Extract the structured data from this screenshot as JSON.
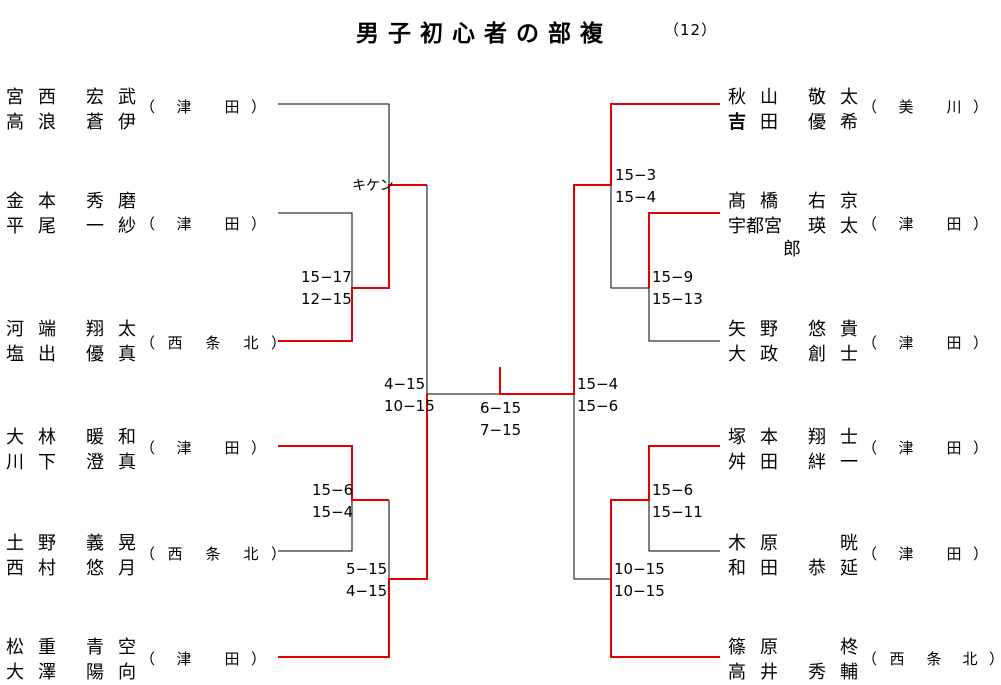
{
  "title": "男子初心者の部複",
  "subtitle": "（12）",
  "left_pairs": [
    {
      "p1": [
        "宮",
        "西",
        "宏",
        "武"
      ],
      "p2": [
        "高",
        "浪",
        "蒼",
        "伊"
      ],
      "club": [
        "津",
        "田"
      ]
    },
    {
      "p1": [
        "金",
        "本",
        "秀",
        "磨"
      ],
      "p2": [
        "平",
        "尾",
        "一",
        "紗"
      ],
      "club": [
        "津",
        "田"
      ]
    },
    {
      "p1": [
        "河",
        "端",
        "翔",
        "太"
      ],
      "p2": [
        "塩",
        "出",
        "優",
        "真"
      ],
      "club": [
        "西",
        "条",
        "北"
      ]
    },
    {
      "p1": [
        "大",
        "林",
        "暖",
        "和"
      ],
      "p2": [
        "川",
        "下",
        "澄",
        "真"
      ],
      "club": [
        "津",
        "田"
      ]
    },
    {
      "p1": [
        "土",
        "野",
        "義",
        "晃"
      ],
      "p2": [
        "西",
        "村",
        "悠",
        "月"
      ],
      "club": [
        "西",
        "条",
        "北"
      ]
    },
    {
      "p1": [
        "松",
        "重",
        "青",
        "空"
      ],
      "p2": [
        "大",
        "澤",
        "陽",
        "向"
      ],
      "club": [
        "津",
        "田"
      ]
    }
  ],
  "right_pairs": [
    {
      "p1": [
        "秋",
        "山",
        "敬",
        "太"
      ],
      "p2": [
        "吉",
        "田",
        "優",
        "希"
      ],
      "club": [
        "美",
        "川"
      ]
    },
    {
      "p1": [
        "髙",
        "橋",
        "右",
        "京"
      ],
      "p2": [
        "宇",
        "都",
        "宮",
        "瑛",
        "太"
      ],
      "p2_extra": "郎",
      "club": [
        "津",
        "田"
      ]
    },
    {
      "p1": [
        "矢",
        "野",
        "悠",
        "貴"
      ],
      "p2": [
        "大",
        "政",
        "創",
        "士"
      ],
      "club": [
        "津",
        "田"
      ]
    },
    {
      "p1": [
        "塚",
        "本",
        "翔",
        "士"
      ],
      "p2": [
        "舛",
        "田",
        "絆",
        "一"
      ],
      "club": [
        "津",
        "田"
      ]
    },
    {
      "p1": [
        "木",
        "原",
        "",
        "晄"
      ],
      "p2": [
        "和",
        "田",
        "恭",
        "延"
      ],
      "club": [
        "津",
        "田"
      ]
    },
    {
      "p1": [
        "篠",
        "原",
        "",
        "柊"
      ],
      "p2": [
        "高",
        "井",
        "秀",
        "輔"
      ],
      "club": [
        "西",
        "条",
        "北"
      ]
    }
  ],
  "scores": {
    "kiken": "キケン",
    "l_23": [
      "15−17",
      "12−15"
    ],
    "l_45": [
      "15−6",
      "15−4"
    ],
    "l_456": [
      "5−15",
      "4−15"
    ],
    "l_semi": [
      "4−15",
      "10−15"
    ],
    "final": [
      "6−15",
      "7−15"
    ],
    "r_12": [
      "15−3",
      "15−4"
    ],
    "r_23": [
      "15−9",
      "15−13"
    ],
    "r_semi": [
      "15−4",
      "15−6"
    ],
    "r_45": [
      "15−6",
      "15−11"
    ],
    "r_456": [
      "10−15",
      "10−15"
    ]
  },
  "colors": {
    "winner_line": "#e00000",
    "line": "#000000"
  }
}
